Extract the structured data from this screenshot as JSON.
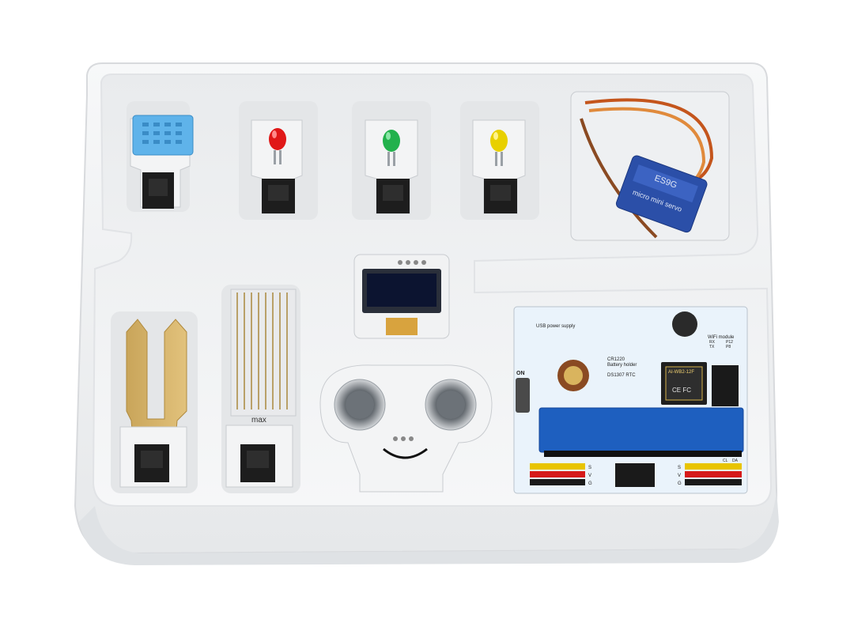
{
  "photo": {
    "subject": "microbit sensor kit in white plastic tray",
    "background_color": "#ffffff",
    "tray_color": "#f2f4f5"
  },
  "tray": {
    "modules": [
      {
        "kind": "temperature-humidity-sensor",
        "color": "#4aa3e0"
      },
      {
        "kind": "led-module",
        "color": "#e01818"
      },
      {
        "kind": "led-module",
        "color": "#22b14c"
      },
      {
        "kind": "led-module",
        "color": "#e8d000"
      },
      {
        "kind": "servo-motor",
        "color": "#2b4fa8"
      },
      {
        "kind": "oled-display"
      },
      {
        "kind": "soil-moisture-sensor"
      },
      {
        "kind": "water-level-sensor"
      },
      {
        "kind": "ultrasonic-sensor"
      },
      {
        "kind": "expansion-board"
      }
    ]
  },
  "servo": {
    "label_line1": "ES9G",
    "label_line2": "micro mini servo"
  },
  "water_sensor": {
    "max_label": "max"
  },
  "expansion_board": {
    "usb_label": "USB power supply",
    "battery_label_1": "CR1220",
    "battery_label_2": "Battery holder",
    "rtc_label": "DS1307 RTC",
    "wifi_label": "WiFi module",
    "rx_label": "RX",
    "tx_label": "TX",
    "p12_label": "P12",
    "p8_label": "P8",
    "on_label": "ON",
    "wifi_chip_label": "AI-WB2-12F",
    "ce_label": "CE FC",
    "cl_label": "CL",
    "da_label": "DA",
    "row_labels": [
      "S",
      "V",
      "G"
    ]
  }
}
